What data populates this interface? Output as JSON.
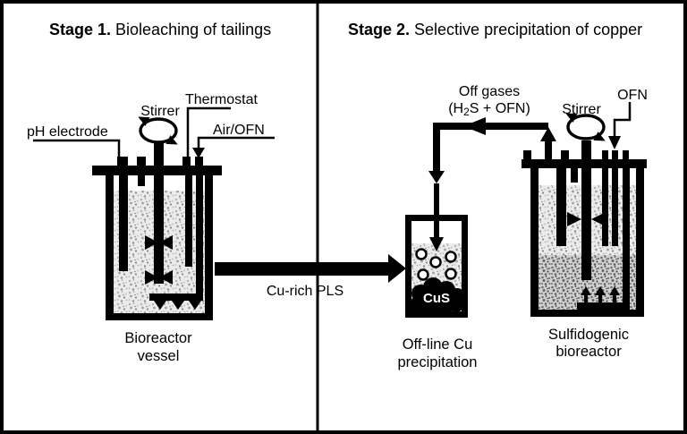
{
  "figure": {
    "kind": "two-stage process diagram",
    "stage1": {
      "title_bold": "Stage 1.",
      "title_rest": " Bioleaching of tailings",
      "labels": {
        "ph_electrode": "pH electrode",
        "stirrer": "Stirrer",
        "thermostat": "Thermostat",
        "air_ofn": "Air/OFN"
      },
      "flow_label": "Cu-rich PLS",
      "caption_line1": "Bioreactor",
      "caption_line2": "vessel"
    },
    "stage2": {
      "title_bold": "Stage 2.",
      "title_rest": " Selective precipitation of copper",
      "off_gases_line1": "Off gases",
      "off_gases_sub_pre": "(H",
      "off_gases_sub": "2",
      "off_gases_sub_post": "S + OFN)",
      "labels": {
        "stirrer": "Stirrer",
        "ofn": "OFN"
      },
      "cus_label": "CuS",
      "precip_caption_line1": "Off-line Cu",
      "precip_caption_line2": "precipitation",
      "reactor_caption_line1": "Sulfidogenic",
      "reactor_caption_line2": "bioreactor"
    },
    "colors": {
      "ink": "#000000",
      "background": "#ffffff",
      "liquid_light": "#ebebeb",
      "liquid_dark": "#d2d2d2"
    }
  }
}
